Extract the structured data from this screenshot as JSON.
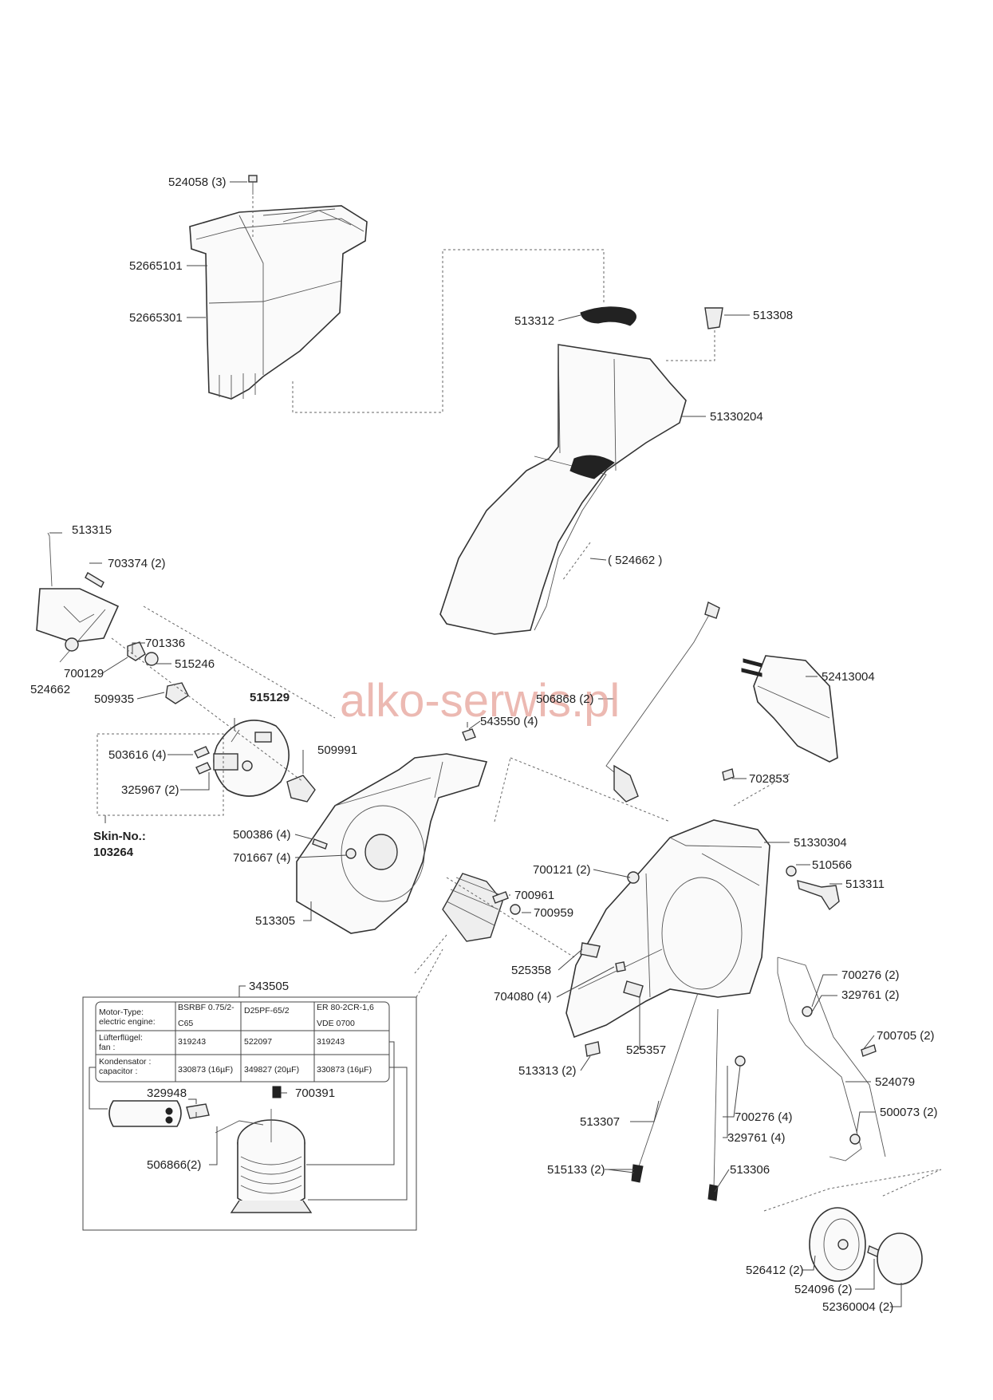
{
  "watermark": "alko-serwis.pl",
  "labels": {
    "l524058": "524058 (3)",
    "l52665101": "52665101",
    "l52665301": "52665301",
    "l513312": "513312",
    "l513308": "513308",
    "l51330204": "51330204",
    "l524662b": "( 524662 )",
    "l513315": "513315",
    "l703374": "703374 (2)",
    "l701336": "701336",
    "l515246": "515246",
    "l700129": "700129",
    "l524662": "524662",
    "l509935": "509935",
    "l515129": "515129",
    "l503616": "503616 (4)",
    "l325967": "325967 (2)",
    "l509991": "509991",
    "skin1": "Skin-No.:",
    "skin2": "103264",
    "l543550": "543550 (4)",
    "l506868": "506868 (2)",
    "l52413004": "52413004",
    "l702853": "702853",
    "l500386": "500386 (4)",
    "l701667": "701667 (4)",
    "l51330304": "51330304",
    "l700121": "700121 (2)",
    "l510566": "510566",
    "l513311": "513311",
    "l700961": "700961",
    "l700959": "700959",
    "l513305": "513305",
    "l525358": "525358",
    "l704080": "704080 (4)",
    "l343505": "343505",
    "l700276a": "700276 (2)",
    "l329761a": "329761 (2)",
    "l700705": "700705 (2)",
    "l525357": "525357",
    "l513313": "513313 (2)",
    "l524079": "524079",
    "l329948": "329948",
    "l700391": "700391",
    "l700276b": "700276 (4)",
    "l500073": "500073 (2)",
    "l513307": "513307",
    "l329761b": "329761 (4)",
    "l506866": "506866(2)",
    "l515133": "515133 (2)",
    "l513306": "513306",
    "l526412": "526412 (2)",
    "l524096": "524096 (2)",
    "l52360004": "52360004 (2)"
  },
  "motor_table": {
    "row1_h1": "Motor-Type:",
    "row1_h2": "electric engine:",
    "row1_c1a": "BSRBF 0.75/2-",
    "row1_c1b": "C65",
    "row1_c2": "D25PF-65/2",
    "row1_c3a": "ER 80-2CR-1,6",
    "row1_c3b": "VDE 0700",
    "row2_h1": "Lüfterflügel:",
    "row2_h2": "fan :",
    "row2_c1": "319243",
    "row2_c2": "522097",
    "row2_c3": "319243",
    "row3_h1": "Kondensator :",
    "row3_h2": "capacitor :",
    "row3_c1": "330873 (16µF)",
    "row3_c2": "349827 (20µF)",
    "row3_c3": "330873 (16µF)"
  }
}
